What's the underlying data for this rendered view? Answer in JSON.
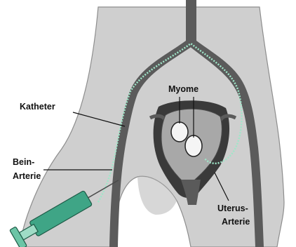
{
  "labels": {
    "myome": "Myome",
    "katheter": "Katheter",
    "bein_arterie_line1": "Bein-",
    "bein_arterie_line2": "Arterie",
    "uterus_arterie_line1": "Uterus-",
    "uterus_arterie_line2": "Arterie"
  },
  "colors": {
    "body": "#cfcfcf",
    "body_edge": "#8d8d8d",
    "artery": "#5b5b5b",
    "catheter": "#9fe7c9",
    "syringe": "#3fa586",
    "uterus_dark": "#3a3a3a",
    "fibroid": "#f5f5f5"
  }
}
